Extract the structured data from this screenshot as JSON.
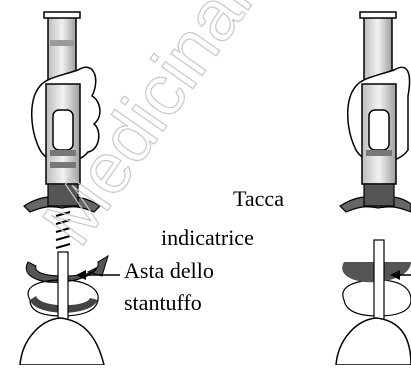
{
  "labels": {
    "tacca_line1": "Tacca",
    "tacca_line2": "indicatrice",
    "asta_line1": "Asta dello",
    "asta_line2": "stantuffo"
  },
  "watermark": {
    "text": "Medicinale non più autorizzato",
    "color": "#c8c8c8"
  },
  "colors": {
    "ink": "#000000",
    "arrow_fill": "#555555",
    "barrel": "#d9d9d9",
    "shade": "#888888"
  }
}
